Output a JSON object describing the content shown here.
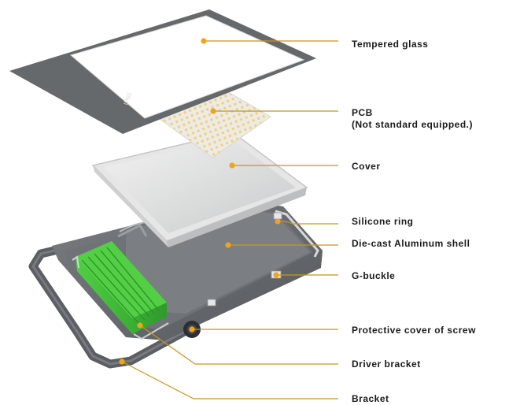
{
  "glass_marking": "IP65",
  "colors": {
    "leader": "#c9951c",
    "dot": "#f0a418",
    "frame": "#5e6266",
    "driver": "#3fb83a",
    "cover": "#d9dadb",
    "led": "#f2d98a"
  },
  "callouts": [
    {
      "label": "Tempered glass"
    },
    {
      "label": "PCB",
      "sublabel": "(Not standard equipped.)"
    },
    {
      "label": "Cover"
    },
    {
      "label": "Silicone ring"
    },
    {
      "label": "Die-cast  Aluminum shell"
    },
    {
      "label": "G-buckle"
    },
    {
      "label": "Protective cover of screw"
    },
    {
      "label": "Driver bracket"
    },
    {
      "label": "Bracket"
    }
  ]
}
